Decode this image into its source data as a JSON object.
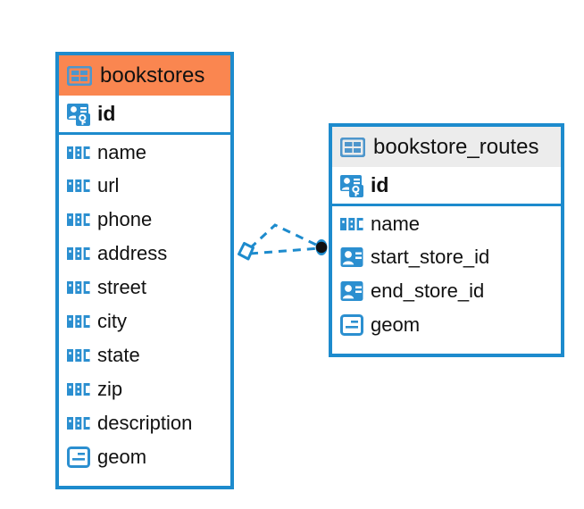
{
  "diagram": {
    "type": "entity-relationship-diagram",
    "background_color": "#ffffff",
    "accent_color": "#1d8bcd",
    "selected_header_color": "#fa8650",
    "header_color": "#ececec",
    "text_color": "#111111"
  },
  "entities": [
    {
      "name": "bookstores",
      "selected": true,
      "header_color": "#fa8650",
      "table_icon": "table-grid-icon",
      "fields": [
        {
          "name": "id",
          "type": "primary-key",
          "icon": "primary-key-icon",
          "bold": true
        },
        {
          "name": "name",
          "type": "text",
          "icon": "abc-text-icon",
          "bold": false
        },
        {
          "name": "url",
          "type": "text",
          "icon": "abc-text-icon",
          "bold": false
        },
        {
          "name": "phone",
          "type": "text",
          "icon": "abc-text-icon",
          "bold": false
        },
        {
          "name": "address",
          "type": "text",
          "icon": "abc-text-icon",
          "bold": false
        },
        {
          "name": "street",
          "type": "text",
          "icon": "abc-text-icon",
          "bold": false
        },
        {
          "name": "city",
          "type": "text",
          "icon": "abc-text-icon",
          "bold": false
        },
        {
          "name": "state",
          "type": "text",
          "icon": "abc-text-icon",
          "bold": false
        },
        {
          "name": "zip",
          "type": "text",
          "icon": "abc-text-icon",
          "bold": false
        },
        {
          "name": "description",
          "type": "text",
          "icon": "abc-text-icon",
          "bold": false
        },
        {
          "name": "geom",
          "type": "geometry",
          "icon": "geometry-icon",
          "bold": false
        }
      ]
    },
    {
      "name": "bookstore_routes",
      "selected": false,
      "header_color": "#ececec",
      "table_icon": "table-grid-icon",
      "fields": [
        {
          "name": "id",
          "type": "primary-key",
          "icon": "primary-key-icon",
          "bold": true
        },
        {
          "name": "name",
          "type": "text",
          "icon": "abc-text-icon",
          "bold": false
        },
        {
          "name": "start_store_id",
          "type": "foreign-key",
          "icon": "foreign-key-icon",
          "bold": false
        },
        {
          "name": "end_store_id",
          "type": "foreign-key",
          "icon": "foreign-key-icon",
          "bold": false
        },
        {
          "name": "geom",
          "type": "geometry",
          "icon": "geometry-icon",
          "bold": false
        }
      ]
    }
  ],
  "relationship": {
    "name": "bookstores-to-bookstore-routes",
    "line_style": "dashed",
    "line_color": "#1d8bcd",
    "source_marker": "diamond-outline",
    "target_marker": "filled-circle",
    "target_marker_color": "#101010"
  }
}
